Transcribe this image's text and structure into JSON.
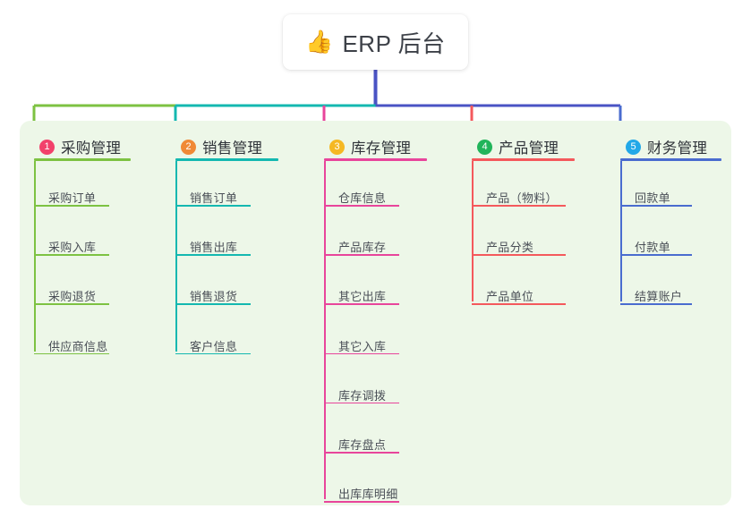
{
  "root": {
    "icon": "thumbs-up-icon",
    "emoji": "👍",
    "title": "ERP 后台"
  },
  "theme": {
    "page_bg": "#ffffff",
    "panel_bg": "#edf7e8",
    "root_stem": "#4a53c4",
    "text_dark": "#2f3339",
    "text_leaf": "#4a4f57"
  },
  "columns": [
    {
      "number": "1",
      "title": "采购管理",
      "badge_color": "#f2416b",
      "line_color": "#7dc242",
      "items": [
        "采购订单",
        "采购入库",
        "采购退货",
        "供应商信息"
      ]
    },
    {
      "number": "2",
      "title": "销售管理",
      "badge_color": "#f08936",
      "line_color": "#14b8b0",
      "items": [
        "销售订单",
        "销售出库",
        "销售退货",
        "客户信息"
      ]
    },
    {
      "number": "3",
      "title": "库存管理",
      "badge_color": "#f5b823",
      "line_color": "#e8459b",
      "items": [
        "仓库信息",
        "产品库存",
        "其它出库",
        "其它入库",
        "库存调拨",
        "库存盘点",
        "出库库明细"
      ]
    },
    {
      "number": "4",
      "title": "产品管理",
      "badge_color": "#21b45a",
      "line_color": "#f4595c",
      "items": [
        "产品（物料）",
        "产品分类",
        "产品单位"
      ]
    },
    {
      "number": "5",
      "title": "财务管理",
      "badge_color": "#22a8e8",
      "line_color": "#4a6ccf",
      "items": [
        "回款单",
        "付款单",
        "结算账户"
      ]
    }
  ]
}
